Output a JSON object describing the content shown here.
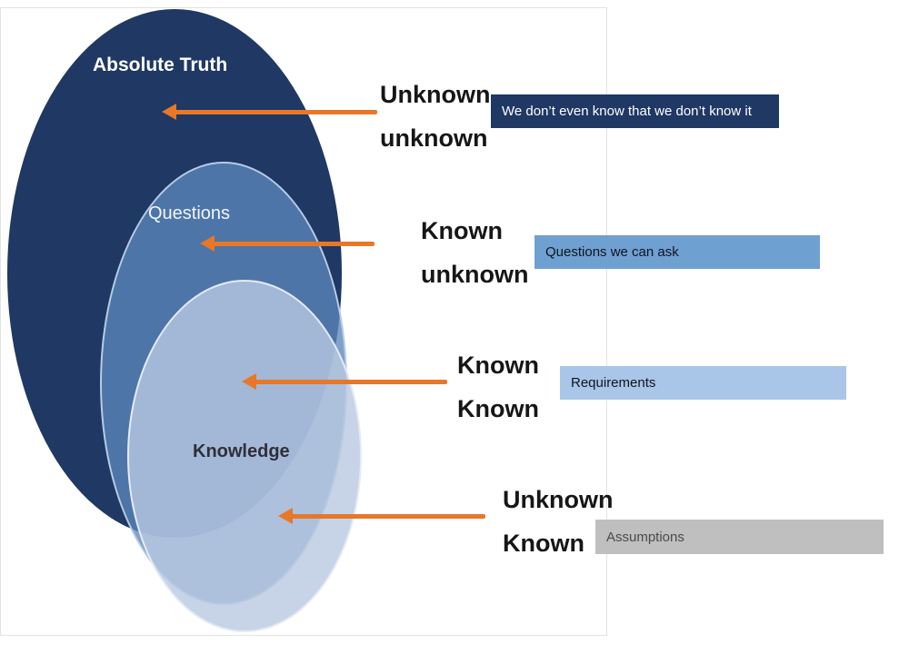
{
  "colors": {
    "dark_ellipse": "#1F3864",
    "questions_ellipse": "#5B87BB",
    "knowledge_ellipse": "#B9C9E1",
    "arrow": "#E87728",
    "bar_dark": "#1F3864",
    "bar_medium": "#6FA0D2",
    "bar_light": "#A9C6E8",
    "bar_gray": "#BFBFBF"
  },
  "ellipses": {
    "absolute_truth": {
      "label": "Absolute Truth"
    },
    "questions": {
      "label": "Questions"
    },
    "knowledge": {
      "label": "Knowledge"
    }
  },
  "annotations": [
    {
      "line1": "Unknown",
      "line2": "unknown",
      "bar": "We don’t even know that we don’t know it"
    },
    {
      "line1": "Known",
      "line2": "unknown",
      "bar": "Questions we can ask"
    },
    {
      "line1": "Known",
      "line2": "Known",
      "bar": "Requirements"
    },
    {
      "line1": "Unknown",
      "line2": "Known",
      "bar": "Assumptions"
    }
  ]
}
